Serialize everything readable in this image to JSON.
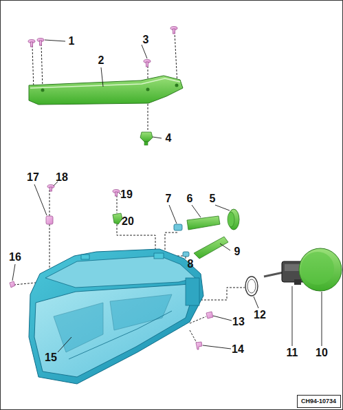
{
  "diagram": {
    "nodes": [
      {
        "text": [
          "CH94-10734"
        ]
      }
    ],
    "labels": [
      "1",
      "2",
      "3",
      "4",
      "5",
      "6",
      "7",
      "8",
      "9",
      "10",
      "11",
      "12",
      "13",
      "14",
      "15",
      "16",
      "17",
      "18",
      "19",
      "20"
    ]
  }
}
